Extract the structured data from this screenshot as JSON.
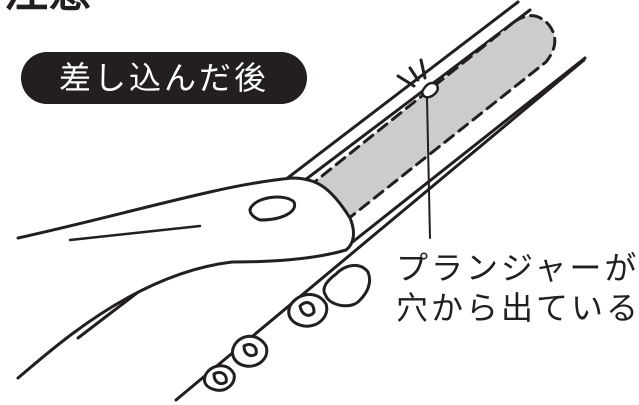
{
  "heading_fragment": "注意",
  "state_badge": "差し込んだ後",
  "callout": {
    "line1": "プランジャーが",
    "line2": "穴から出ている"
  },
  "colors": {
    "ink": "#231f20",
    "plunger_fill": "#cccccc",
    "background": "#ffffff"
  }
}
